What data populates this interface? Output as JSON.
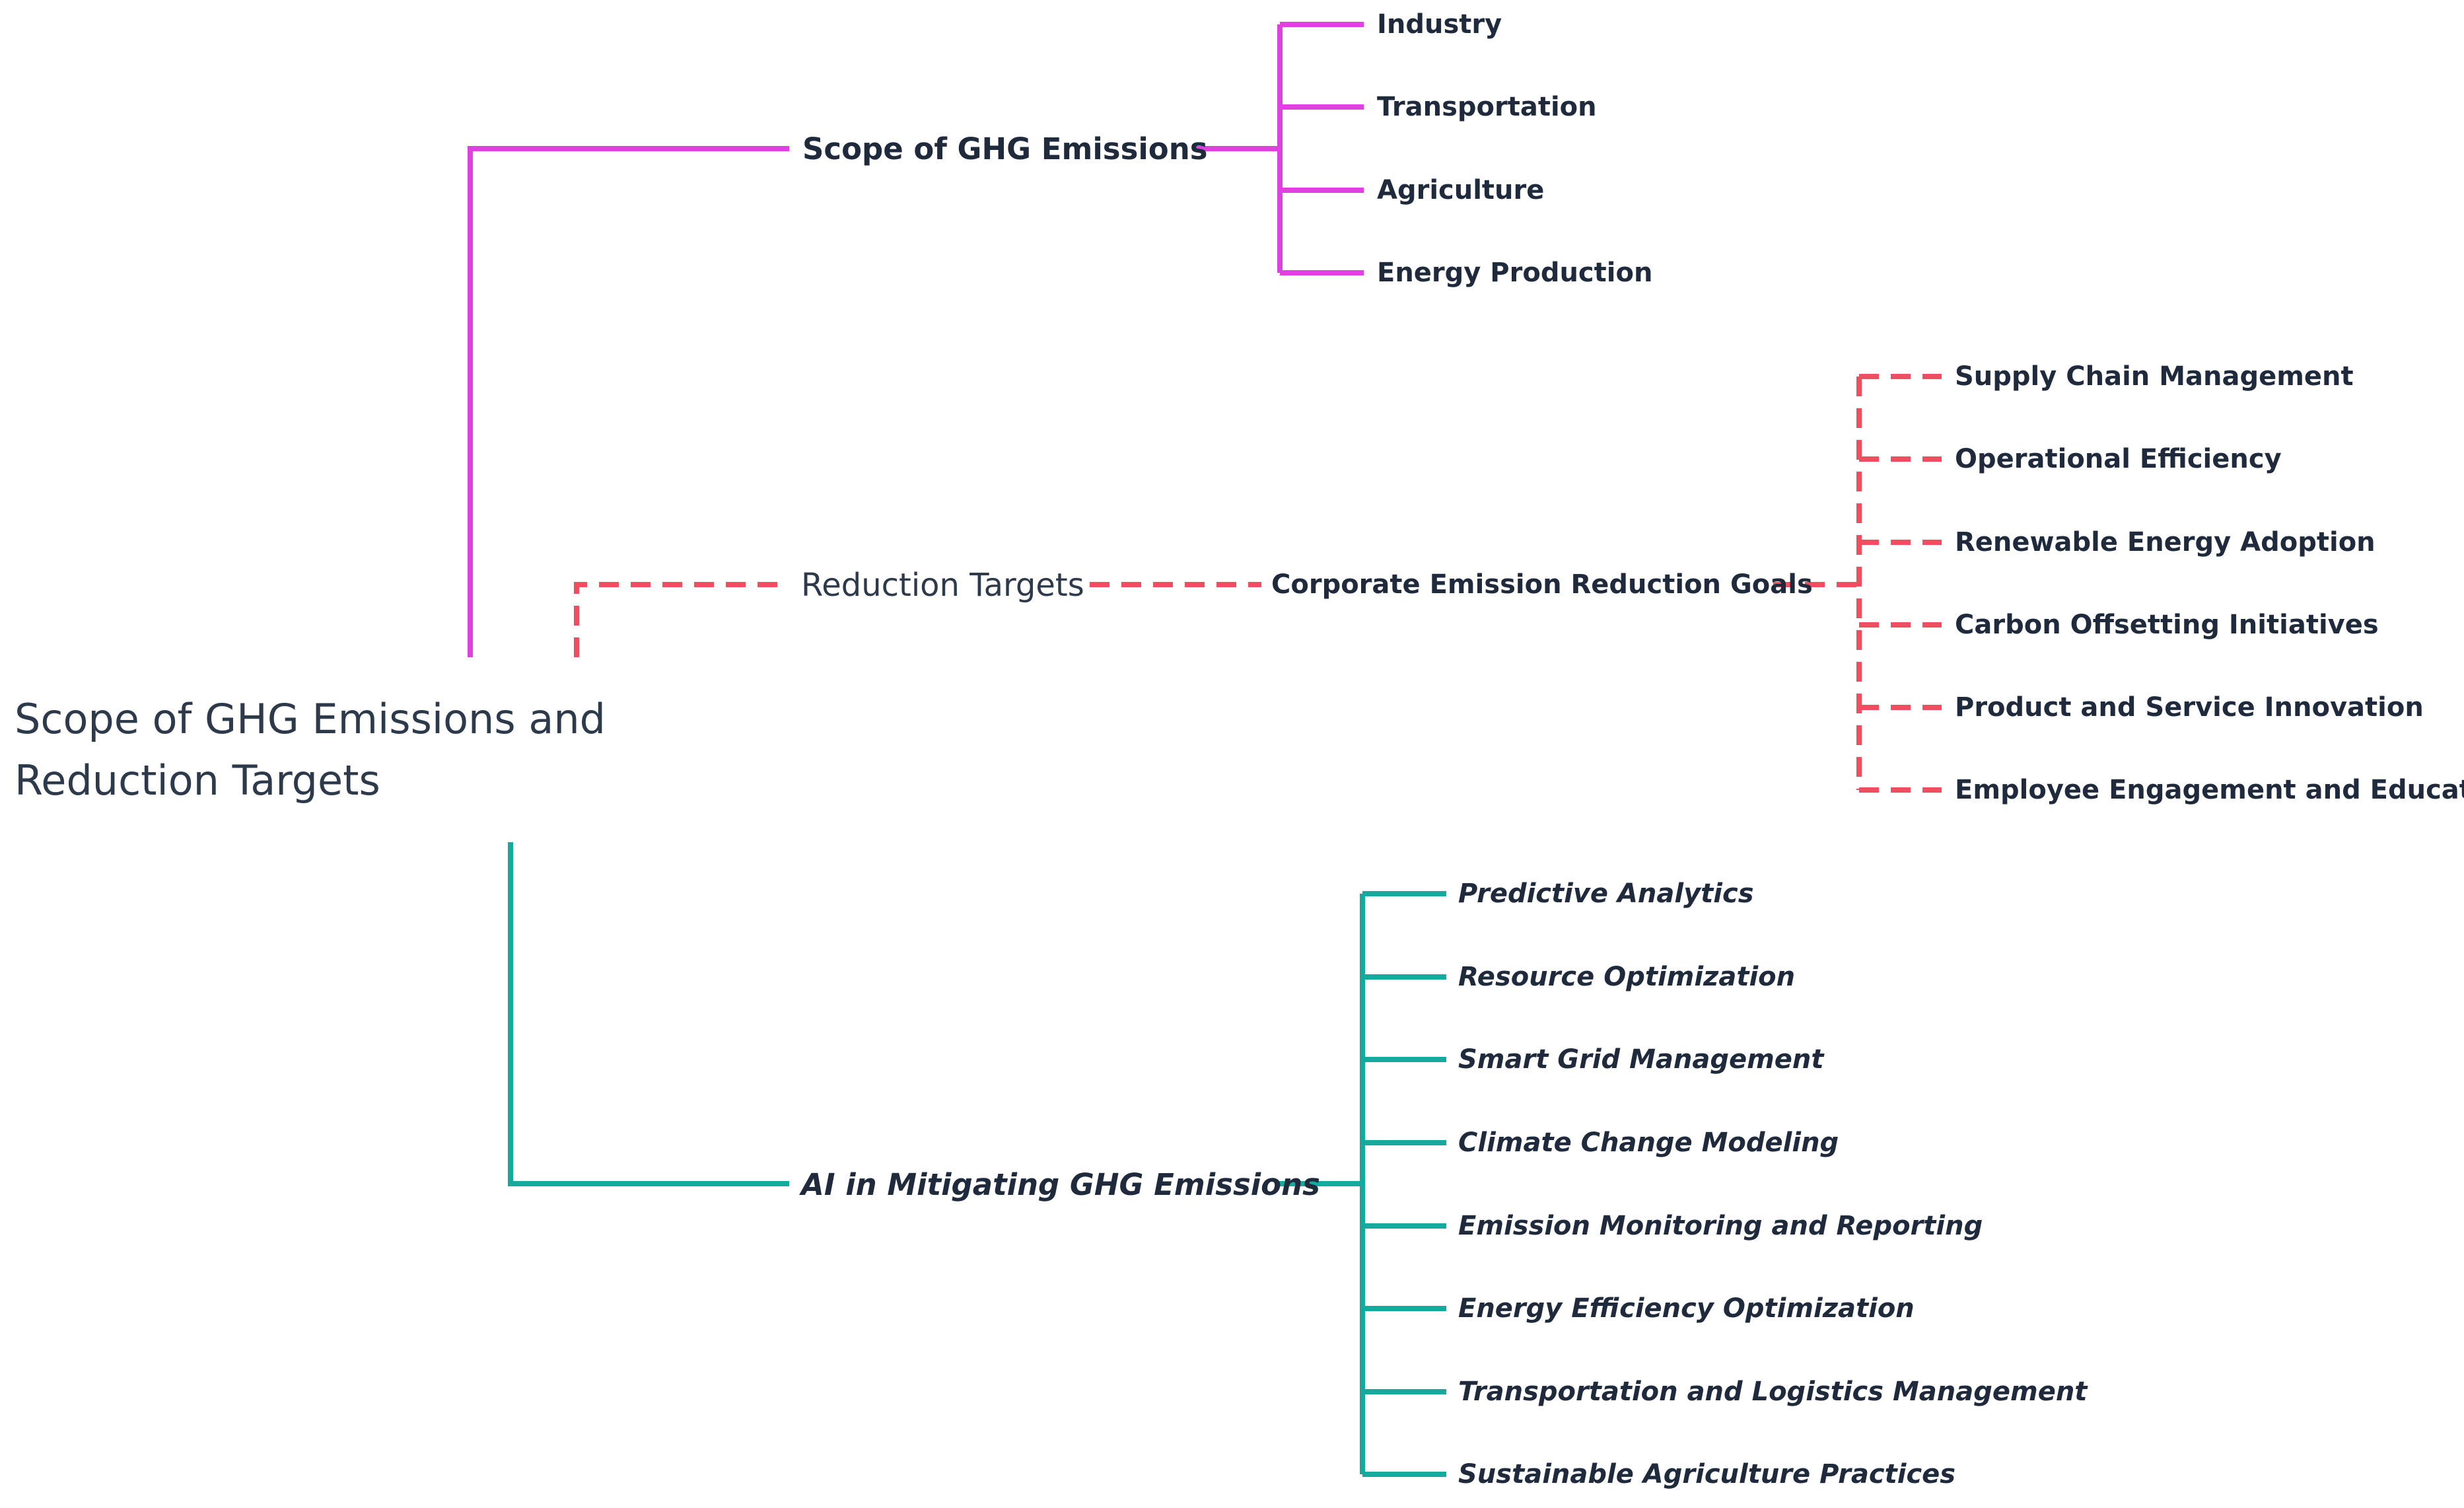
{
  "colors": {
    "scope_branch": "#e040e0",
    "targets_branch": "#ef4d60",
    "ai_branch": "#14ab9e",
    "text": "#1f2b3d"
  },
  "root": {
    "line1": "Scope of GHG Emissions and",
    "line2": "Reduction Targets"
  },
  "scope_branch": {
    "label": "Scope of GHG Emissions",
    "children": [
      "Industry",
      "Transportation",
      "Agriculture",
      "Energy Production"
    ]
  },
  "targets_branch": {
    "label": "Reduction Targets",
    "sub": {
      "label": "Corporate Emission Reduction Goals",
      "children": [
        "Supply Chain Management",
        "Operational Efficiency",
        "Renewable Energy Adoption",
        "Carbon Offsetting Initiatives",
        "Product and Service Innovation",
        "Employee Engagement and Education"
      ]
    }
  },
  "ai_branch": {
    "label": "AI in Mitigating GHG Emissions",
    "children": [
      "Predictive Analytics",
      "Resource Optimization",
      "Smart Grid Management",
      "Climate Change Modeling",
      "Emission Monitoring and Reporting",
      "Energy Efficiency Optimization",
      "Transportation and Logistics Management",
      "Sustainable Agriculture Practices"
    ]
  }
}
